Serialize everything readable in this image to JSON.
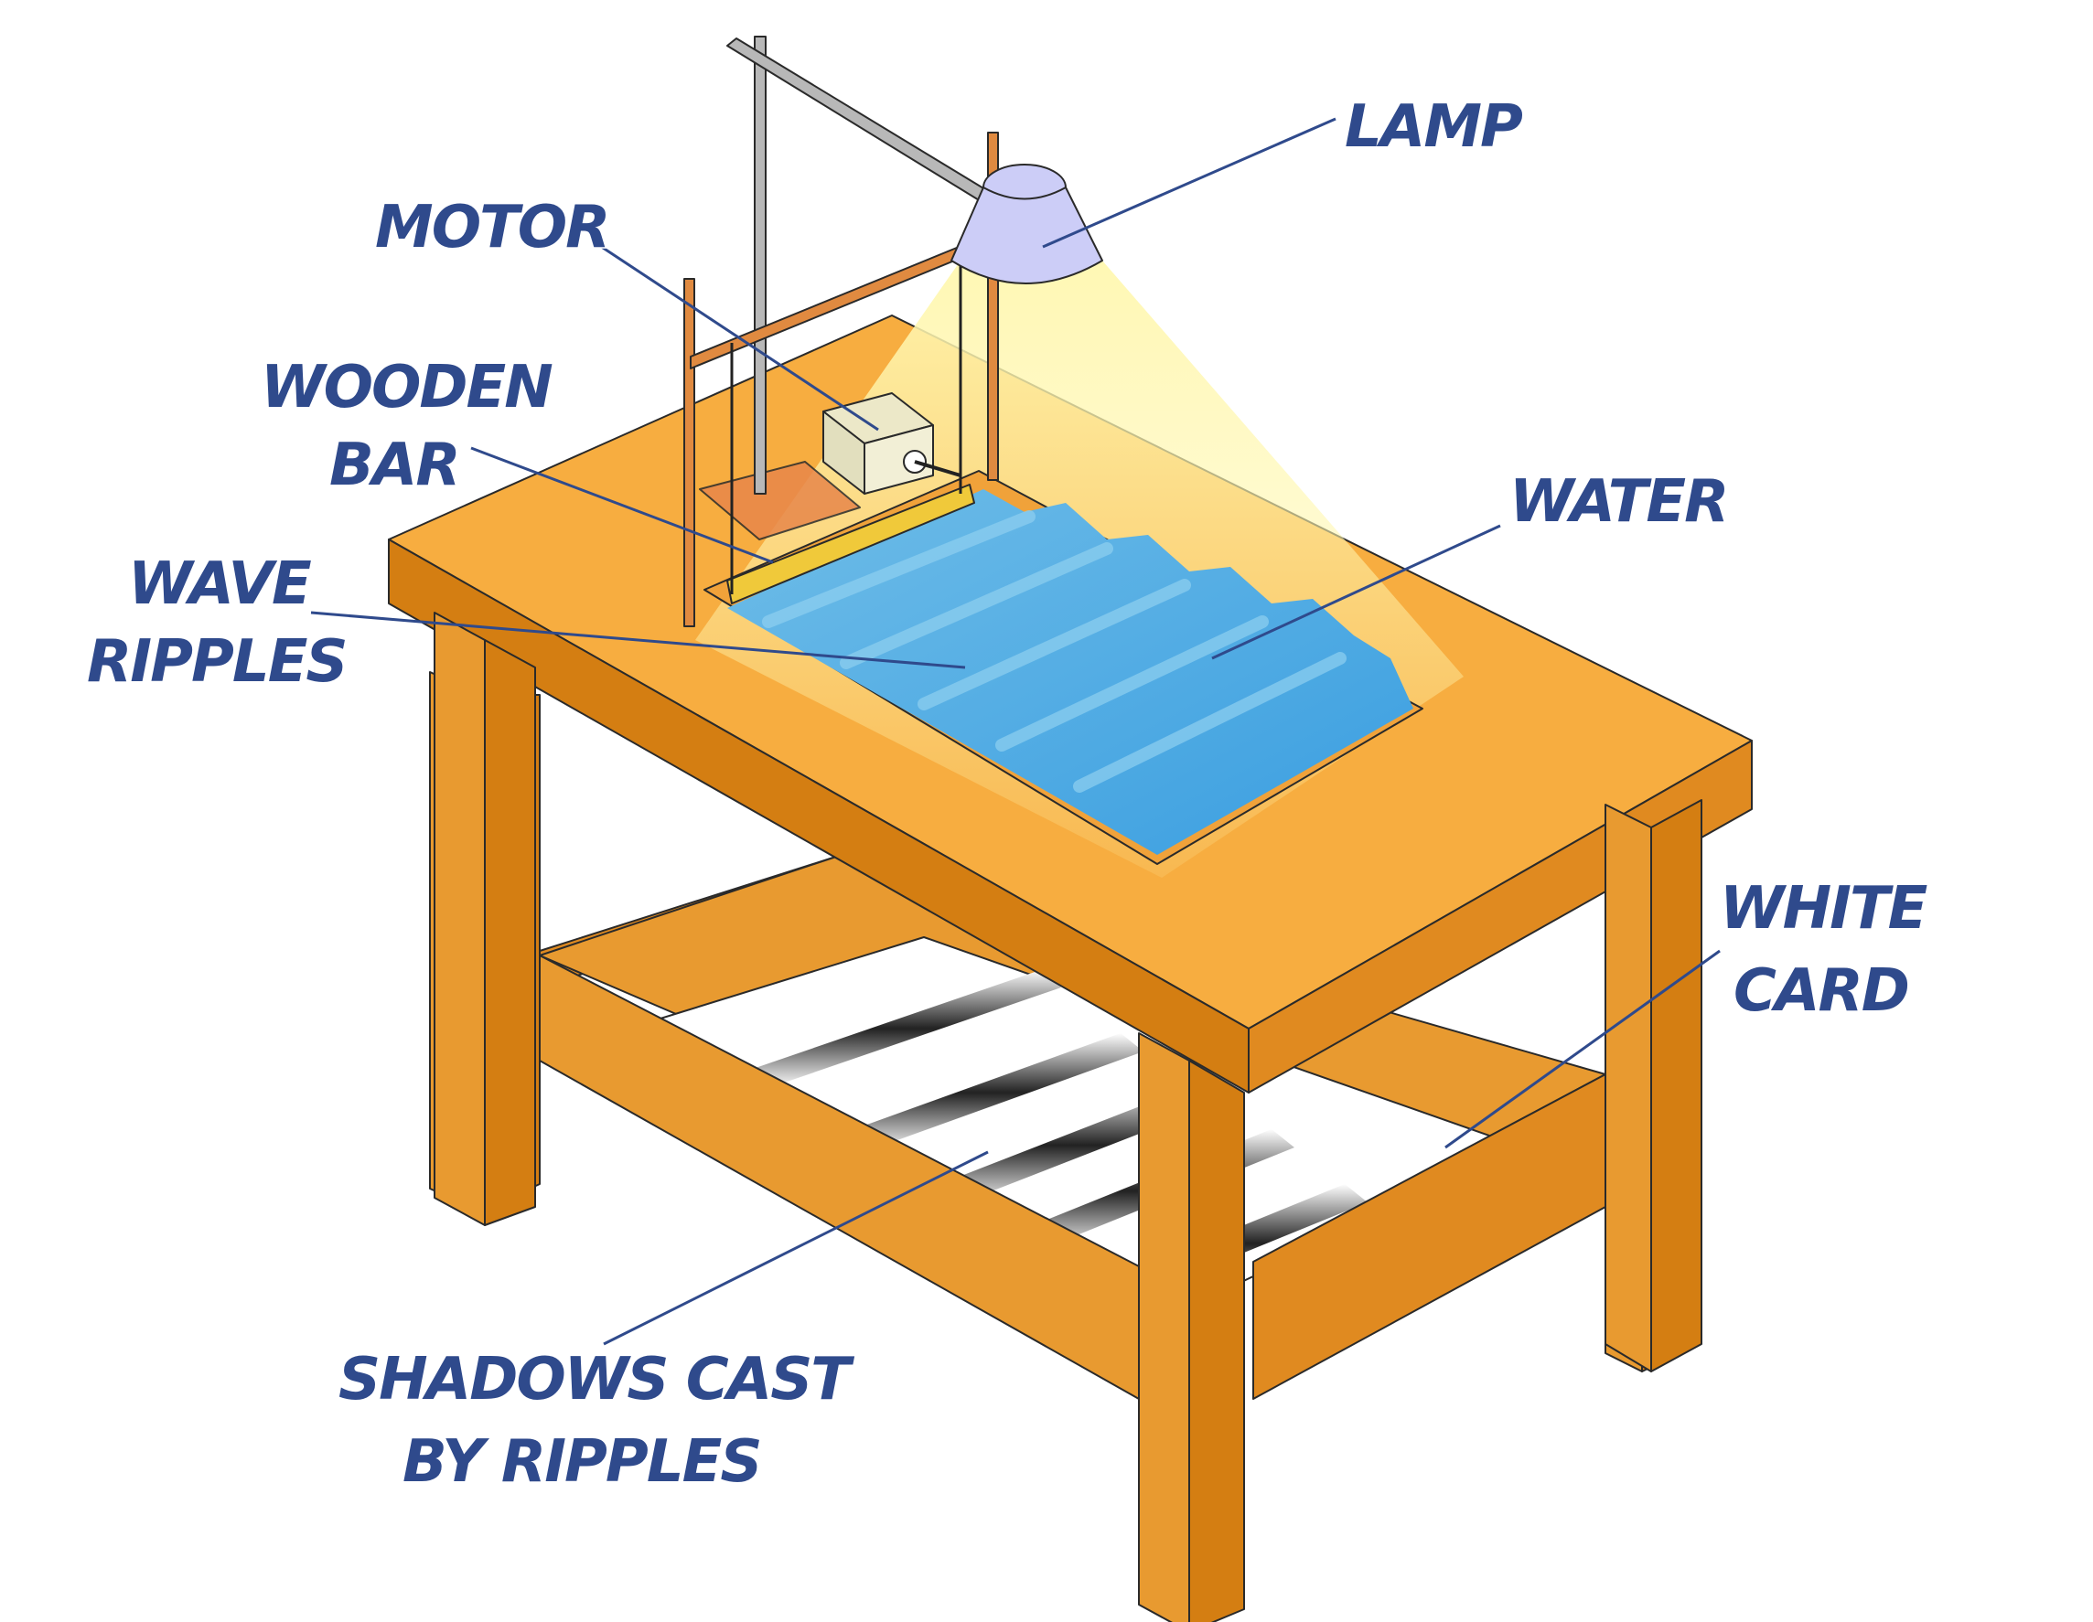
{
  "labels": {
    "lamp": "LAMP",
    "motor": "MOTOR",
    "wooden_bar_1": "WOODEN",
    "wooden_bar_2": "BAR",
    "water": "WATER",
    "wave_ripples_1": "WAVE",
    "wave_ripples_2": "RIPPLES",
    "white_card_1": "WHITE",
    "white_card_2": "CARD",
    "shadows_1": "SHADOWS CAST",
    "shadows_2": "BY RIPPLES"
  },
  "colors": {
    "label": "#2f4a8c",
    "table_top": "#f7ad40",
    "table_front": "#d47e12",
    "table_side": "#e89a30",
    "water": "#3e9fdf",
    "lamp_shade": "#cccdf7",
    "light_beam": "#fff2a0",
    "wooden_bar": "#f0c93a",
    "white_card": "#ffffff"
  }
}
